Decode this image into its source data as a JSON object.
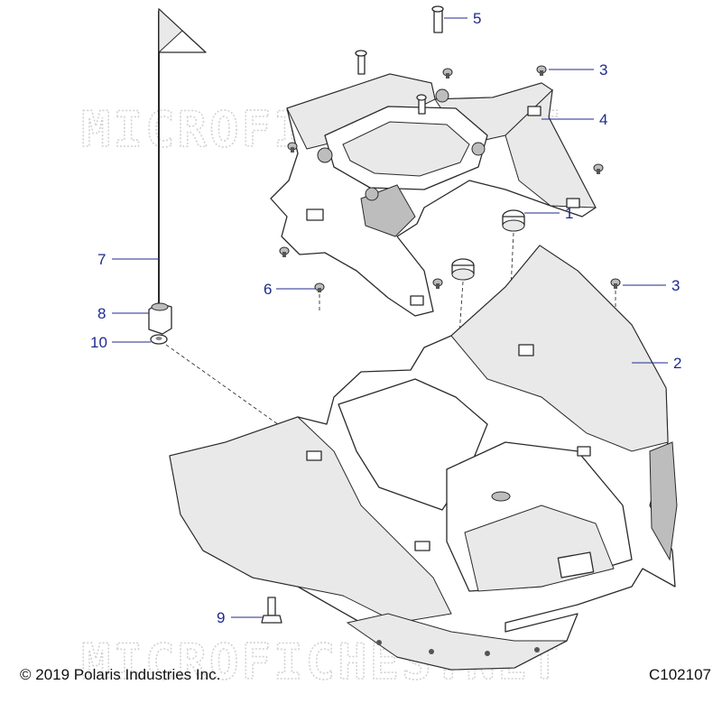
{
  "watermark": "MICROFICHES.NET",
  "footer": {
    "copyright": "© 2019 Polaris Industries Inc.",
    "illustration_code": "C102107"
  },
  "callouts": {
    "c1": "1",
    "c2": "2",
    "c3a": "3",
    "c3b": "3",
    "c4": "4",
    "c5": "5",
    "c6": "6",
    "c7": "7",
    "c8": "8",
    "c9": "9",
    "c10": "10"
  },
  "colors": {
    "callout": "#1f2a8c",
    "watermark": "#d2d2d2"
  }
}
